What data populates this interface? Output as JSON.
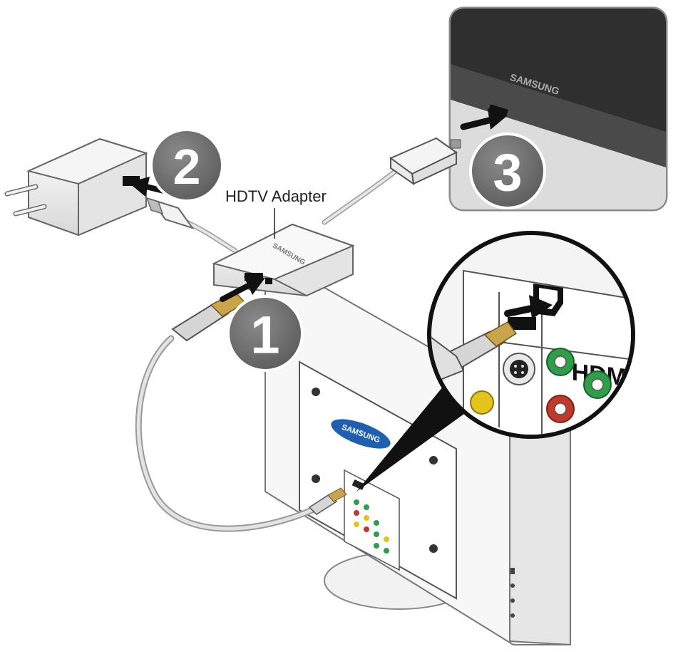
{
  "labels": {
    "adapter": "HDTV Adapter",
    "brand": "SAMSUNG",
    "hdmi": "HDMI"
  },
  "steps": [
    {
      "number": "1"
    },
    {
      "number": "2"
    },
    {
      "number": "3"
    }
  ],
  "colors": {
    "badge": "#6b6b6b",
    "cable": "#d0d0d0",
    "arrow": "#111111",
    "connector_gold": "#c9a44a",
    "port_green": "#2e9e48",
    "port_red": "#c0392b",
    "port_yellow": "#e2c41d",
    "samsung_blue": "#1f5fb0"
  }
}
